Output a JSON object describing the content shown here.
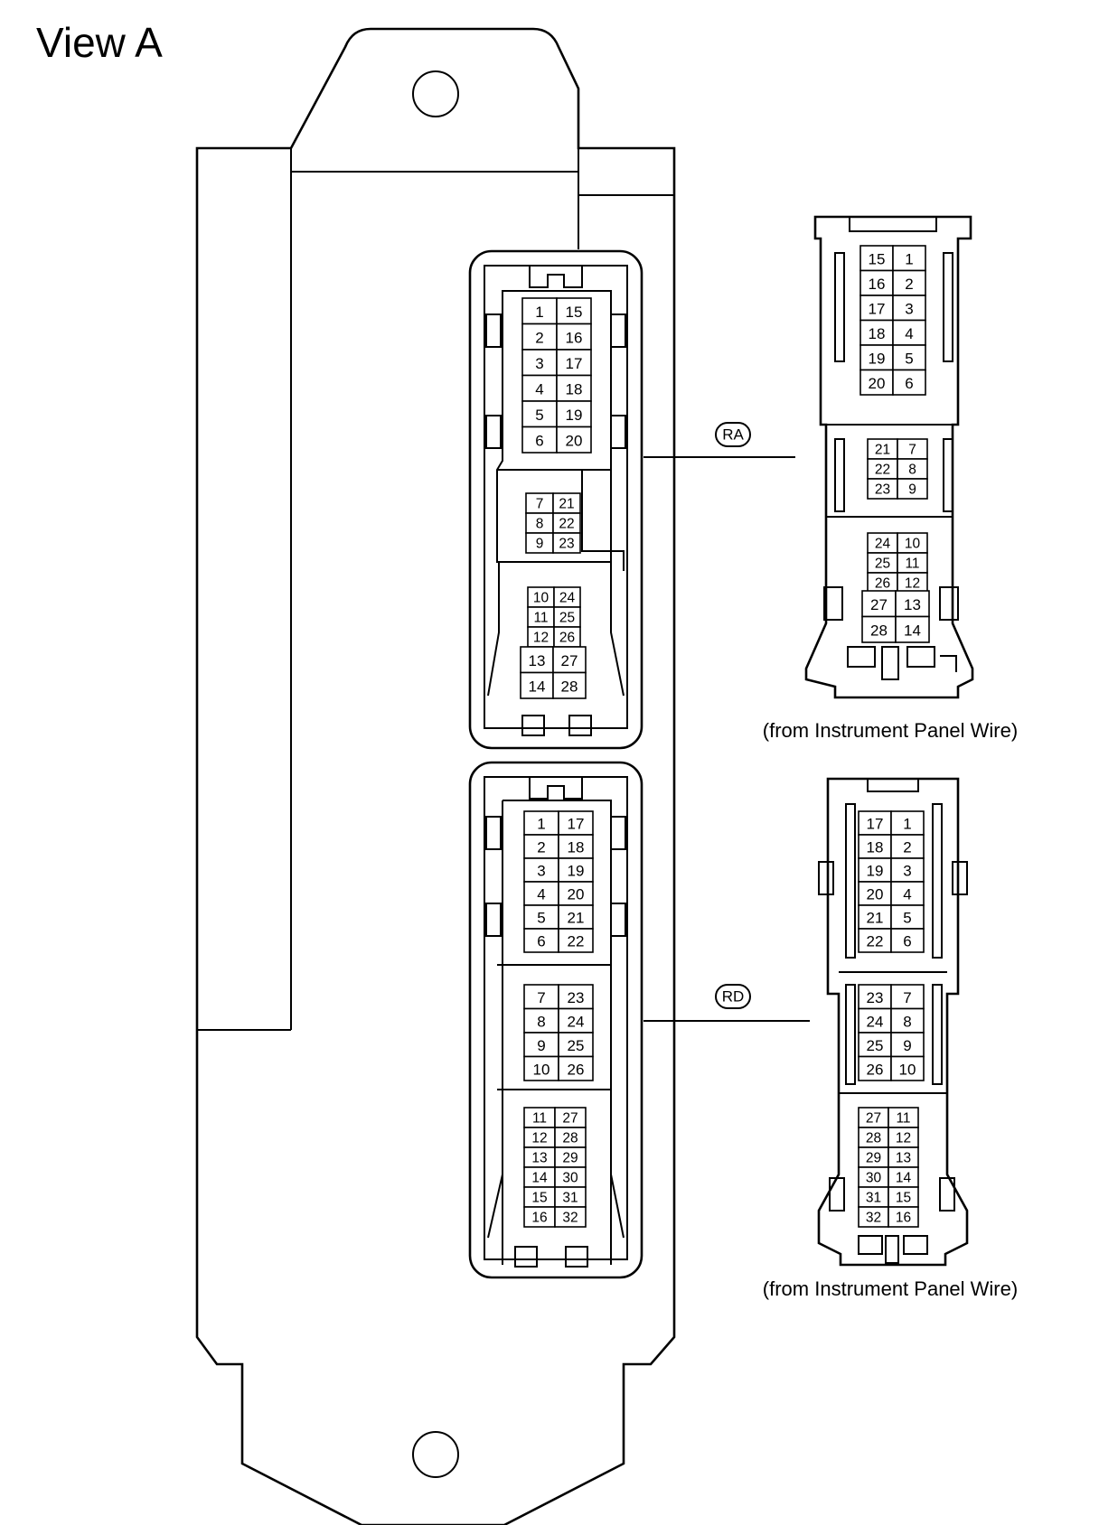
{
  "title": "View A",
  "connectors": {
    "ra": {
      "code": "RA",
      "caption": "(from Instrument Panel Wire)",
      "ecu_blocks": [
        {
          "rows": [
            [
              "1",
              "15"
            ],
            [
              "2",
              "16"
            ],
            [
              "3",
              "17"
            ],
            [
              "4",
              "18"
            ],
            [
              "5",
              "19"
            ],
            [
              "6",
              "20"
            ]
          ]
        },
        {
          "rows": [
            [
              "7",
              "21"
            ],
            [
              "8",
              "22"
            ],
            [
              "9",
              "23"
            ]
          ]
        },
        {
          "rows": [
            [
              "10",
              "24"
            ],
            [
              "11",
              "25"
            ],
            [
              "12",
              "26"
            ]
          ]
        },
        {
          "rows": [
            [
              "13",
              "27"
            ],
            [
              "14",
              "28"
            ]
          ]
        }
      ],
      "harness_blocks": [
        {
          "rows": [
            [
              "15",
              "1"
            ],
            [
              "16",
              "2"
            ],
            [
              "17",
              "3"
            ],
            [
              "18",
              "4"
            ],
            [
              "19",
              "5"
            ],
            [
              "20",
              "6"
            ]
          ]
        },
        {
          "rows": [
            [
              "21",
              "7"
            ],
            [
              "22",
              "8"
            ],
            [
              "23",
              "9"
            ]
          ]
        },
        {
          "rows": [
            [
              "24",
              "10"
            ],
            [
              "25",
              "11"
            ],
            [
              "26",
              "12"
            ]
          ]
        },
        {
          "rows": [
            [
              "27",
              "13"
            ],
            [
              "28",
              "14"
            ]
          ]
        }
      ]
    },
    "rd": {
      "code": "RD",
      "caption": "(from Instrument Panel Wire)",
      "ecu_blocks": [
        {
          "rows": [
            [
              "1",
              "17"
            ],
            [
              "2",
              "18"
            ],
            [
              "3",
              "19"
            ],
            [
              "4",
              "20"
            ],
            [
              "5",
              "21"
            ],
            [
              "6",
              "22"
            ]
          ]
        },
        {
          "rows": [
            [
              "7",
              "23"
            ],
            [
              "8",
              "24"
            ],
            [
              "9",
              "25"
            ],
            [
              "10",
              "26"
            ]
          ]
        },
        {
          "rows": [
            [
              "11",
              "27"
            ],
            [
              "12",
              "28"
            ],
            [
              "13",
              "29"
            ],
            [
              "14",
              "30"
            ],
            [
              "15",
              "31"
            ],
            [
              "16",
              "32"
            ]
          ]
        }
      ],
      "harness_blocks": [
        {
          "rows": [
            [
              "17",
              "1"
            ],
            [
              "18",
              "2"
            ],
            [
              "19",
              "3"
            ],
            [
              "20",
              "4"
            ],
            [
              "21",
              "5"
            ],
            [
              "22",
              "6"
            ]
          ]
        },
        {
          "rows": [
            [
              "23",
              "7"
            ],
            [
              "24",
              "8"
            ],
            [
              "25",
              "9"
            ],
            [
              "26",
              "10"
            ]
          ]
        },
        {
          "rows": [
            [
              "27",
              "11"
            ],
            [
              "28",
              "12"
            ],
            [
              "29",
              "13"
            ],
            [
              "30",
              "14"
            ],
            [
              "31",
              "15"
            ],
            [
              "32",
              "16"
            ]
          ]
        }
      ]
    }
  }
}
